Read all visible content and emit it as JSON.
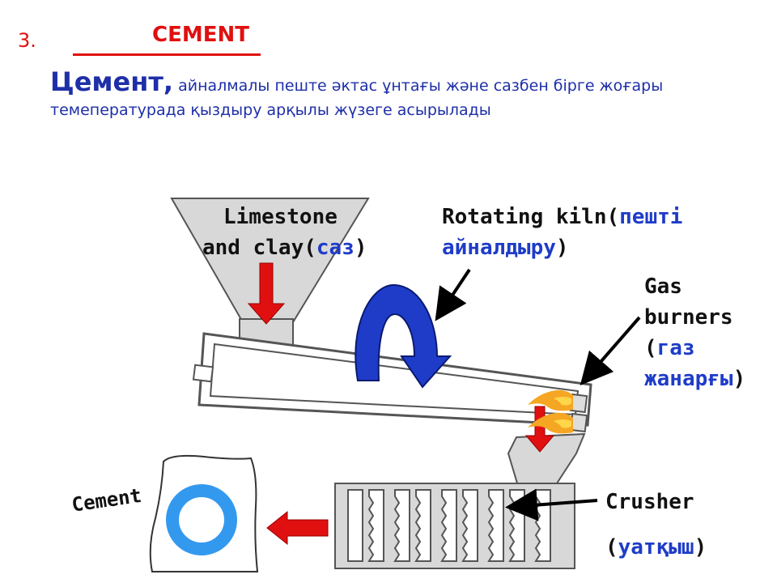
{
  "header": {
    "number": "3.",
    "title": "CEMENT"
  },
  "intro": {
    "lead": "Цемент,",
    "line1_rest": " айналмалы пеште әктас ұнтағы  және сазбен бірге жоғары",
    "line2": "темепературада қыздыру арқылы  жүзеге асырылады"
  },
  "labels": {
    "limestone_line1": "Limestone",
    "limestone_line2": "and clay(",
    "limestone_kk": "саз",
    "limestone_close": ")",
    "kiln_line1": "Rotating kiln(",
    "kiln_kk1": "пешті",
    "kiln_kk2": "айналдыру",
    "kiln_close": ")",
    "gas1": "Gas",
    "gas2": "burners",
    "gas3_open": "(",
    "gas3_kk": "газ",
    "gas4_kk": "жанарғы",
    "gas4_close": ")",
    "crusher": "Crusher",
    "crusher2_open": "(",
    "crusher2_kk": "уатқыш",
    "crusher2_close": ")",
    "cement": "Cement"
  },
  "colors": {
    "red": "#e01010",
    "blue": "#1e3cc8",
    "flame": "#f5a623",
    "gray": "#d8d8d8"
  }
}
